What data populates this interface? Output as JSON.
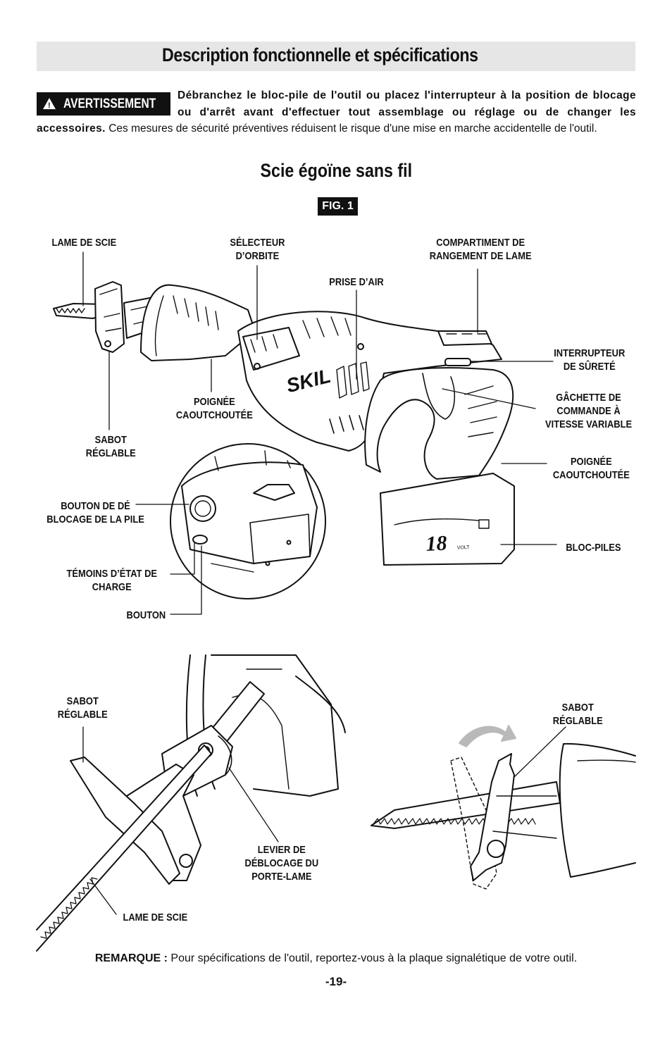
{
  "header": {
    "title": "Description fonctionnelle et spécifications"
  },
  "warning": {
    "badge": "AVERTISSEMENT",
    "bold_text": "Débranchez le bloc-pile de l'outil ou placez l'interrupteur à la position de blocage ou d'arrêt avant d'effectuer tout assemblage ou réglage ou de changer les accessoires.",
    "normal_text": " Ces mesures de sécurité préventives réduisent le risque d'une mise en marche accidentelle de l'outil."
  },
  "section": {
    "title": "Scie égoïne sans fil",
    "figure": "FIG. 1"
  },
  "callouts": {
    "lame_de_scie": "LAME DE SCIE",
    "selecteur_orbite": "SÉLECTEUR\nD’ORBITE",
    "compartiment": "COMPARTIMENT DE\nRANGEMENT DE LAME",
    "prise_air": "PRISE D’AIR",
    "interrupteur": "INTERRUPTEUR\nDE SÛRETÉ",
    "gachette": "GÂCHETTE DE\nCOMMANDE À\nVITESSE VARIABLE",
    "poignee_left": "POIGNÉE\nCAOUTCHOUTÉE",
    "poignee_right": "POIGNÉE\nCAOUTCHOUTÉE",
    "sabot_reglable_1": "SABOT\nRÉGLABLE",
    "bouton_deblocage": "BOUTON DE DÉ\nBLOCAGE DE LA PILE",
    "bloc_piles": "BLOC-PILES",
    "temoins": "TÉMOINS D’ÉTAT DE\nCHARGE",
    "bouton": "BOUTON",
    "sabot_reglable_2": "SABOT\nRÉGLABLE",
    "sabot_reglable_3": "SABOT\nRÉGLABLE",
    "levier": "LEVIER DE\nDÉBLOCAGE DU\nPORTE-LAME",
    "lame_de_scie_2": "LAME DE SCIE"
  },
  "brand": {
    "logo": "SKIL",
    "battery_voltage": "18",
    "battery_unit": "VOLT"
  },
  "note": {
    "label": "REMARQUE :",
    "text": " Pour spécifications de l'outil, reportez-vous à la plaque signalétique de votre outil."
  },
  "page": {
    "number": "-19-"
  }
}
